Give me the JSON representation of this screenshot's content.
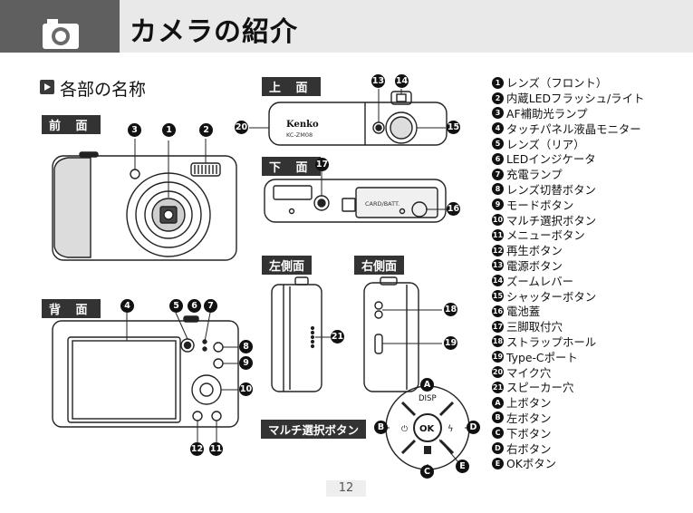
{
  "header": {
    "title": "カメラの紹介"
  },
  "section": {
    "title": "各部の名称"
  },
  "views": {
    "front": "前 面",
    "back": "背 面",
    "top": "上 面",
    "bottom": "下 面",
    "left": "左側面",
    "right": "右側面",
    "multi": "マルチ選択ボタン"
  },
  "camera_text": {
    "brand": "Kenko",
    "model": "KC-ZM08",
    "card": "CARD/BATT.",
    "disp": "DISP",
    "ok": "OK"
  },
  "parts": [
    {
      "mark": "1",
      "label": "レンズ（フロント）"
    },
    {
      "mark": "2",
      "label": "内蔵LEDフラッシュ/ライト"
    },
    {
      "mark": "3",
      "label": "AF補助光ランプ"
    },
    {
      "mark": "4",
      "label": "タッチパネル液晶モニター"
    },
    {
      "mark": "5",
      "label": "レンズ（リア）"
    },
    {
      "mark": "6",
      "label": "LEDインジケータ"
    },
    {
      "mark": "7",
      "label": "充電ランプ"
    },
    {
      "mark": "8",
      "label": "レンズ切替ボタン"
    },
    {
      "mark": "9",
      "label": "モードボタン"
    },
    {
      "mark": "10",
      "label": "マルチ選択ボタン"
    },
    {
      "mark": "11",
      "label": "メニューボタン"
    },
    {
      "mark": "12",
      "label": "再生ボタン"
    },
    {
      "mark": "13",
      "label": "電源ボタン"
    },
    {
      "mark": "14",
      "label": "ズームレバー"
    },
    {
      "mark": "15",
      "label": "シャッターボタン"
    },
    {
      "mark": "16",
      "label": "電池蓋"
    },
    {
      "mark": "17",
      "label": "三脚取付穴"
    },
    {
      "mark": "18",
      "label": "ストラップホール"
    },
    {
      "mark": "19",
      "label": "Type-Cポート"
    },
    {
      "mark": "20",
      "label": "マイク穴"
    },
    {
      "mark": "21",
      "label": "スピーカー穴"
    },
    {
      "mark": "A",
      "label": "上ボタン"
    },
    {
      "mark": "B",
      "label": "左ボタン"
    },
    {
      "mark": "C",
      "label": "下ボタン"
    },
    {
      "mark": "D",
      "label": "右ボタン"
    },
    {
      "mark": "E",
      "label": "OKボタン"
    }
  ],
  "page": {
    "number": "12"
  }
}
